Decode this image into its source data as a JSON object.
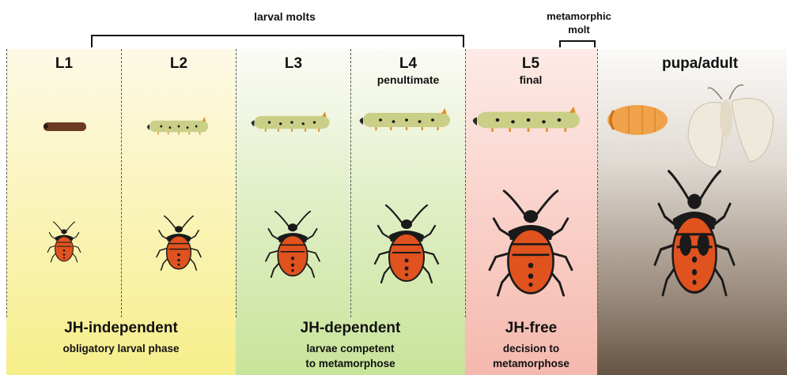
{
  "header": {
    "larval_molts": "larval molts",
    "metamorphic_molt_line1": "metamorphic",
    "metamorphic_molt_line2": "molt"
  },
  "stages": [
    {
      "label": "L1",
      "sub": ""
    },
    {
      "label": "L2",
      "sub": ""
    },
    {
      "label": "L3",
      "sub": ""
    },
    {
      "label": "L4",
      "sub": "penultimate"
    },
    {
      "label": "L5",
      "sub": "final"
    },
    {
      "label": "pupa/adult",
      "sub": ""
    }
  ],
  "phases": [
    {
      "title": "JH-independent",
      "desc": "obligatory larval phase",
      "color": "#f6ee8a"
    },
    {
      "title": "JH-dependent",
      "desc_line1": "larvae competent",
      "desc_line2": "to metamorphose",
      "color": "#c8e49a"
    },
    {
      "title": "JH-free",
      "desc_line1": "decision to",
      "desc_line2": "metamorphose",
      "color": "#f5b8ad"
    }
  ],
  "colors": {
    "caterpillar": "#c9cf86",
    "bug_orange": "#e0521e",
    "bug_black": "#1a1a1a",
    "pupa": "#f0a24a",
    "moth": "#efe9dc"
  }
}
